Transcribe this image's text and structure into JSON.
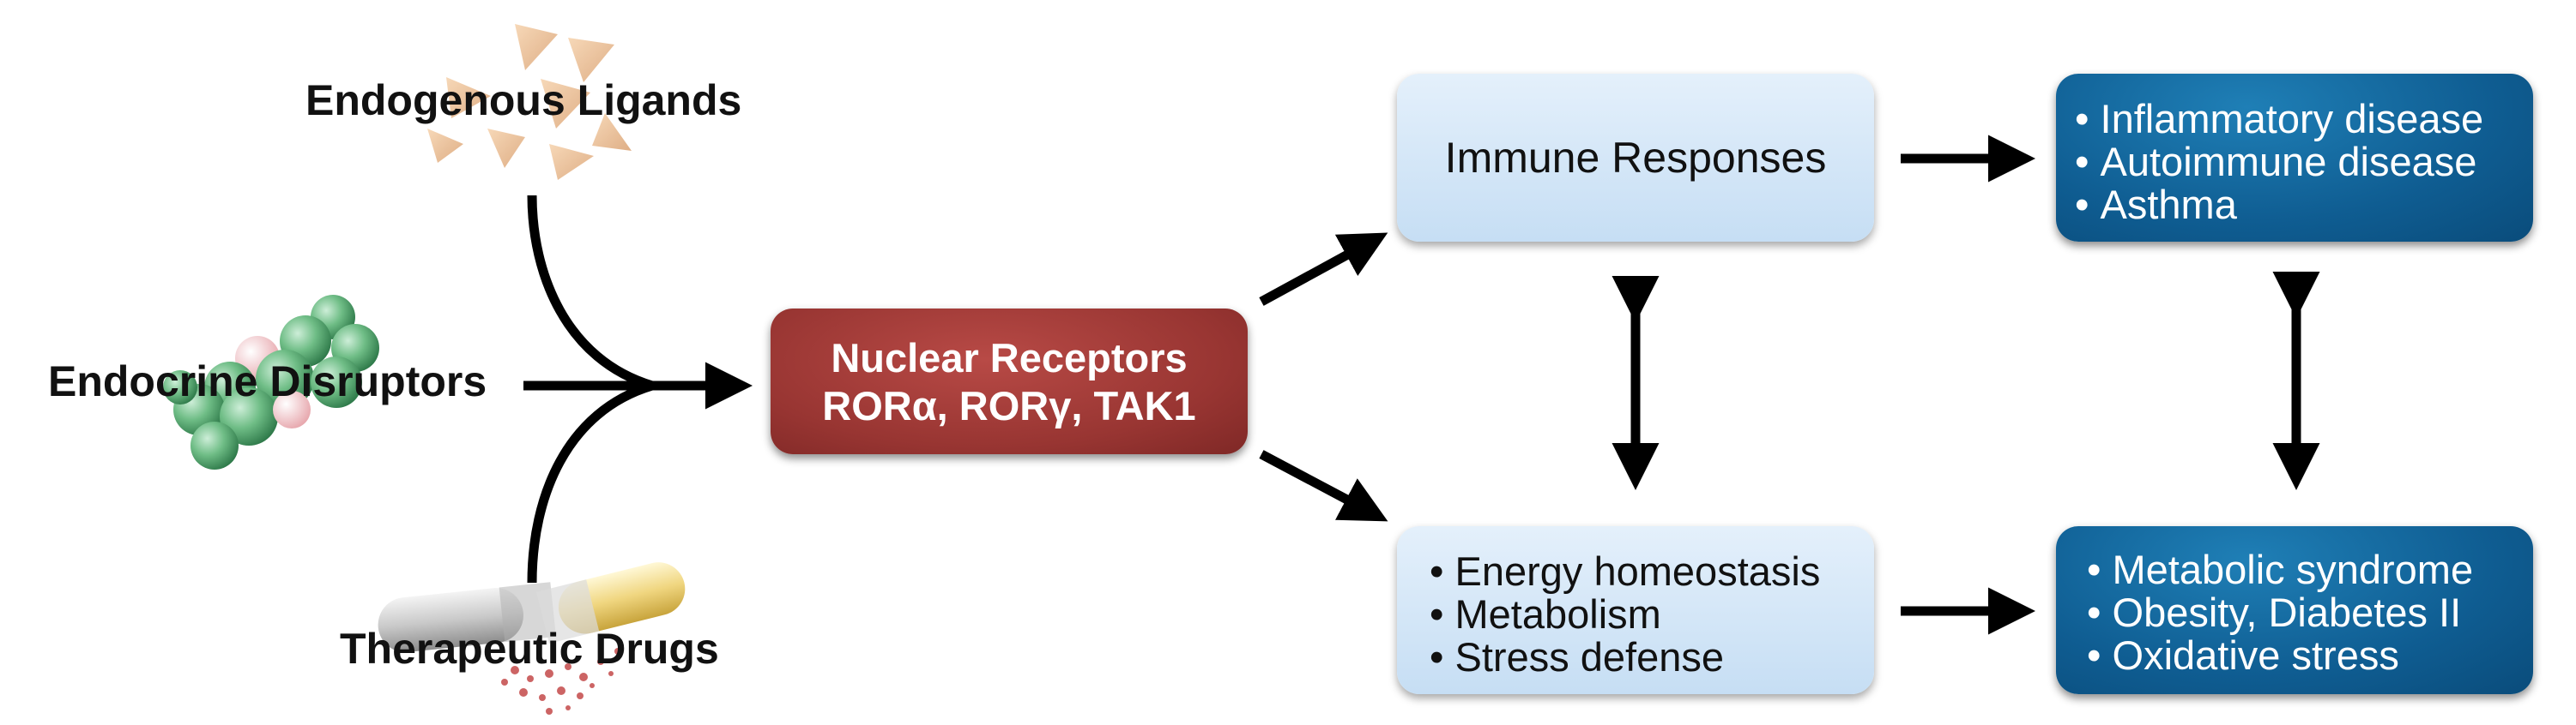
{
  "inputs": {
    "endogenous": "Endogenous Ligands",
    "endocrine": "Endocrine Disruptors",
    "therapeutic": "Therapeutic Drugs"
  },
  "nuclear_receptors": {
    "title": "Nuclear Receptors",
    "subtitle": "RORα, RORγ, TAK1"
  },
  "immune": {
    "title": "Immune Responses"
  },
  "metabolic": {
    "items": [
      "Energy homeostasis",
      "Metabolism",
      "Stress defense"
    ]
  },
  "immune_diseases": {
    "items": [
      "Inflammatory disease",
      "Autoimmune disease",
      "Asthma"
    ]
  },
  "metabolic_diseases": {
    "items": [
      "Metabolic syndrome",
      "Obesity, Diabetes II",
      "Oxidative stress"
    ]
  },
  "colors": {
    "red_box": "#983532",
    "blue_box": "#0f5d92",
    "light_box": "#cfe3f6",
    "arrow": "#000000",
    "triangles": "#e8b98a"
  },
  "icons": {
    "endogenous": "ligand-triangles-icon",
    "endocrine": "molecule-model-icon",
    "therapeutic": "drug-capsule-icon"
  }
}
